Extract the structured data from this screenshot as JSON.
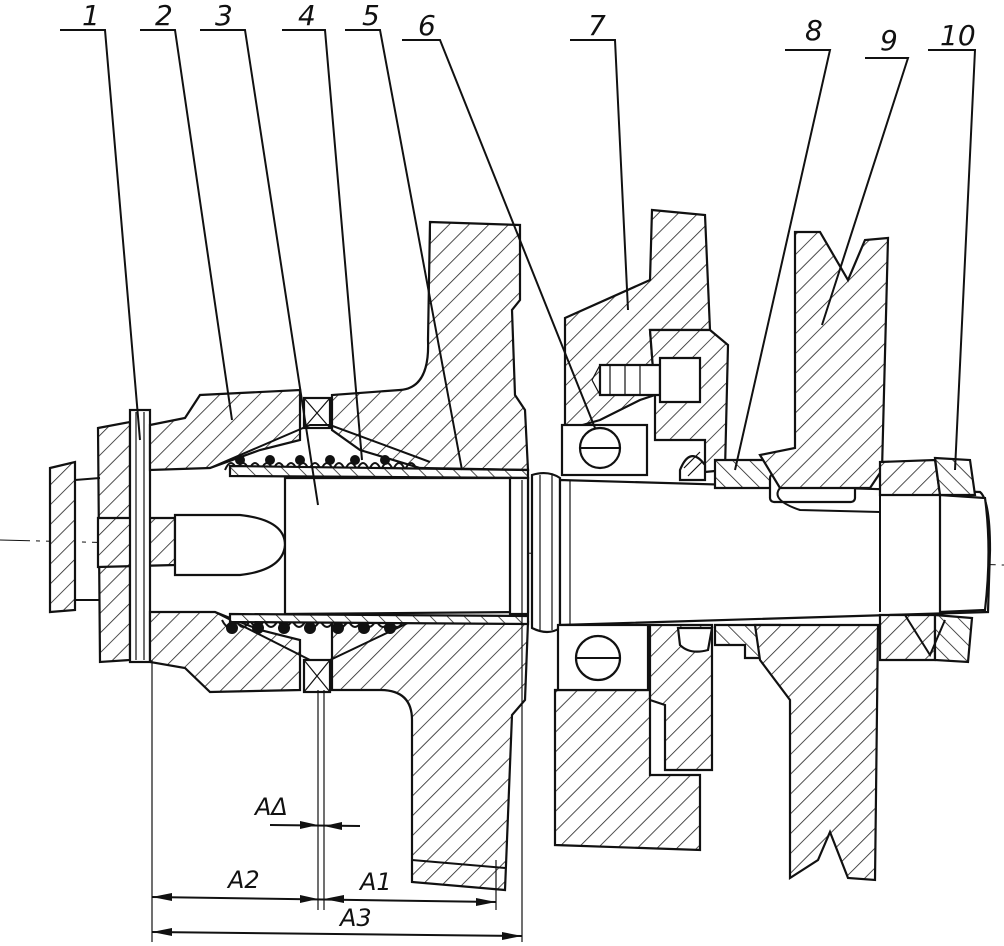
{
  "callouts": [
    "1",
    "2",
    "3",
    "4",
    "5",
    "6",
    "7",
    "8",
    "9",
    "10"
  ],
  "dimensions": {
    "a_delta": "AΔ",
    "a1": "A1",
    "a2": "A2",
    "a3": "A3"
  }
}
